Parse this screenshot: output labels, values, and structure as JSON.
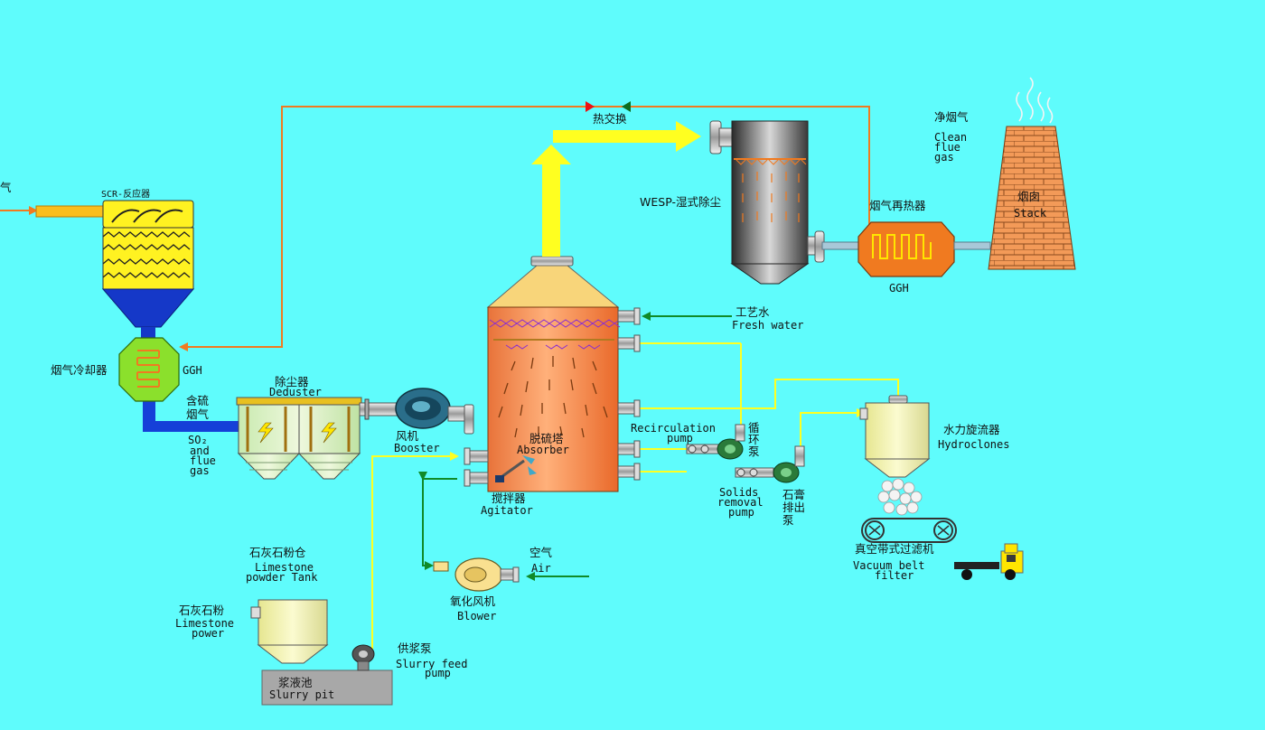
{
  "colors": {
    "background": "#5ffcfc",
    "flue_gas_line": "#f07a20",
    "slurry_line": "#ffff20",
    "water_line": "#108a28",
    "absorber_body": "#f59a4e",
    "ggh_body": "#8be02c"
  },
  "labels": {
    "edge_gas": "气",
    "scr_reactor": "SCR-反应器",
    "ggh_cooler_cn": "烟气冷却器",
    "ggh_cooler": "GGH",
    "sulfur_gas_cn1": "含硫",
    "sulfur_gas_cn2": "烟气",
    "so2": "SO₂",
    "so2_and": "and",
    "so2_flue": "flue",
    "so2_gas": "gas",
    "deduster_cn": "除尘器",
    "deduster_en": "Deduster",
    "booster_cn": "风机",
    "booster_en": "Booster",
    "heat_exchange": "热交换",
    "wesp": "WESP-湿式除尘",
    "clean_gas_cn": "净烟气",
    "clean_gas_en1": "Clean",
    "clean_gas_en2": "flue",
    "clean_gas_en3": "gas",
    "reheater_cn": "烟气再热器",
    "ggh_reheater": "GGH",
    "stack_cn": "烟囱",
    "stack_en": "Stack",
    "process_water_cn": "工艺水",
    "process_water_en": "Fresh water",
    "absorber_cn": "脱硫塔",
    "absorber_en": "Absorber",
    "recirc_en1": "Recirculation",
    "recirc_en2": "pump",
    "recirc_cn1": "循",
    "recirc_cn2": "环",
    "recirc_cn3": "泵",
    "hydroclones_cn": "水力旋流器",
    "hydroclones_en": "Hydroclones",
    "agitator_cn": "搅拌器",
    "agitator_en": "Agitator",
    "solids_en1": "Solids",
    "solids_en2": "removal",
    "solids_en3": "pump",
    "gypsum_cn1": "石膏",
    "gypsum_cn2": "排出",
    "gypsum_cn3": "泵",
    "vacuum_cn": "真空带式过滤机",
    "vacuum_en1": "Vacuum belt",
    "vacuum_en2": "filter",
    "air_cn": "空气",
    "air_en": "Air",
    "blower_cn": "氧化风机",
    "blower_en": "Blower",
    "limestone_tank_cn": "石灰石粉仓",
    "limestone_tank_en1": "Limestone",
    "limestone_tank_en2": "powder Tank",
    "limestone_power_cn": "石灰石粉",
    "limestone_power_en1": "Limestone",
    "limestone_power_en2": "power",
    "slurry_feed_cn": "供浆泵",
    "slurry_feed_en1": "Slurry feed",
    "slurry_feed_en2": "pump",
    "slurry_pit_cn": "浆液池",
    "slurry_pit_en": "Slurry pit"
  }
}
